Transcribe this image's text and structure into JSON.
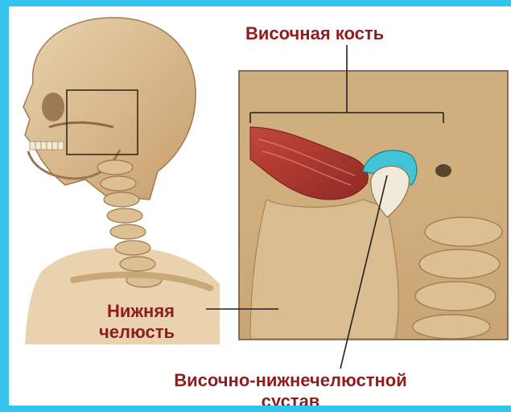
{
  "labels": {
    "temporal_bone": "Височная кость",
    "mandible_line1": "Нижняя",
    "mandible_line2": "челюсть",
    "tmj_line1": "Височно-нижнечелюстной",
    "tmj_line2": "сустав"
  },
  "colors": {
    "background_frame": "#34c3ec",
    "label_text": "#8e1d1d",
    "bone": "#d8b88a",
    "muscle": "#b83b33",
    "cartilage": "#3fc4d8",
    "leader_line": "#222222"
  }
}
